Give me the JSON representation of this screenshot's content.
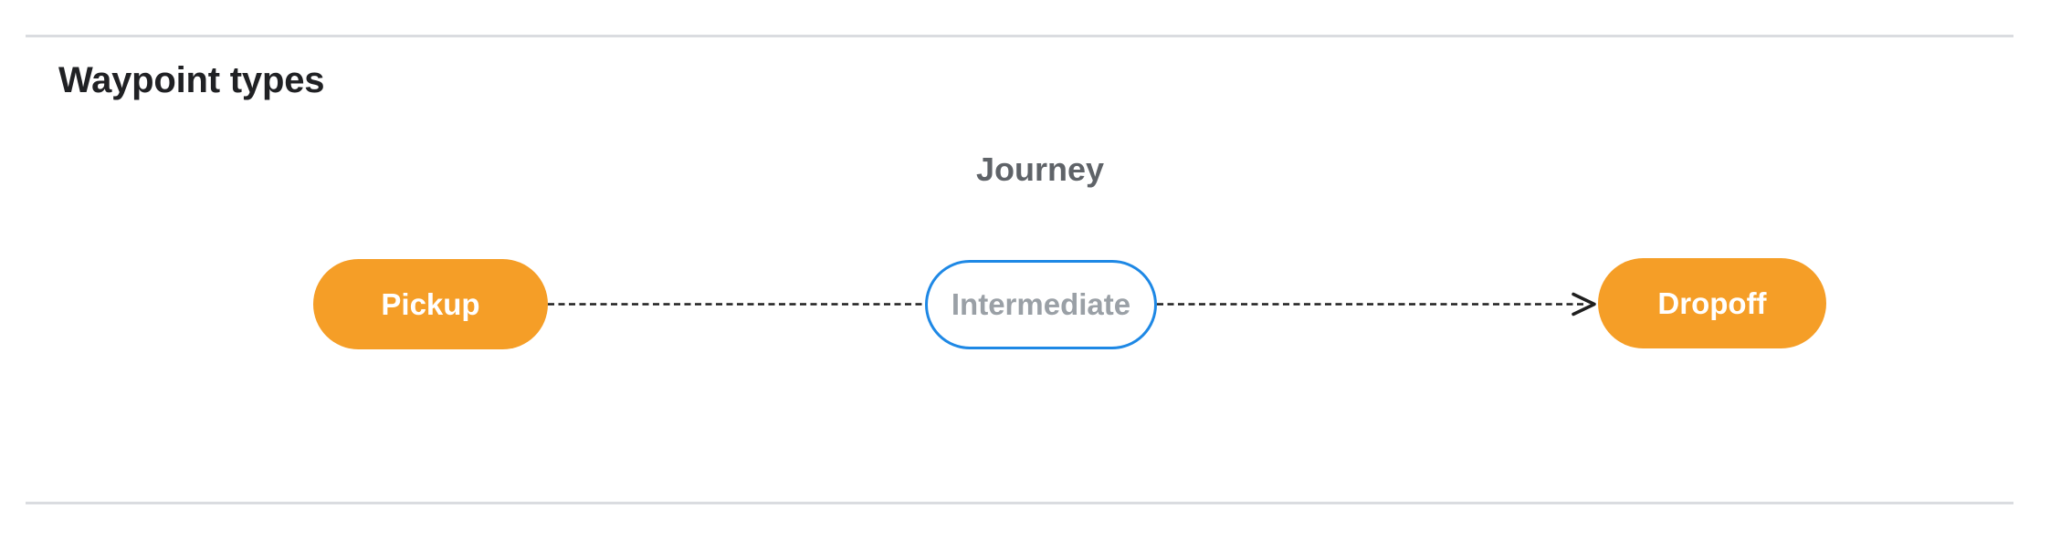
{
  "theme": {
    "node-orange": "#F59E27",
    "intermediate-border-blue": "#1E88E5",
    "intermediate-text-gray": "#9AA0A6",
    "journey-label-gray": "#5F6368",
    "heading-color": "#202124",
    "divider-gray": "#DADCE0",
    "connector-black": "#1F1F1F",
    "node-text-white": "#FFFFFF"
  },
  "section": {
    "title": "Waypoint types"
  },
  "diagram": {
    "title": "Journey",
    "nodes": [
      {
        "id": "pickup",
        "label": "Pickup",
        "type": "terminal"
      },
      {
        "id": "intermediate",
        "label": "Intermediate",
        "type": "intermediate"
      },
      {
        "id": "dropoff",
        "label": "Dropoff",
        "type": "terminal"
      }
    ],
    "connector": {
      "style": "dashed",
      "direction": "left-to-right",
      "arrowhead": "open-vee"
    }
  }
}
